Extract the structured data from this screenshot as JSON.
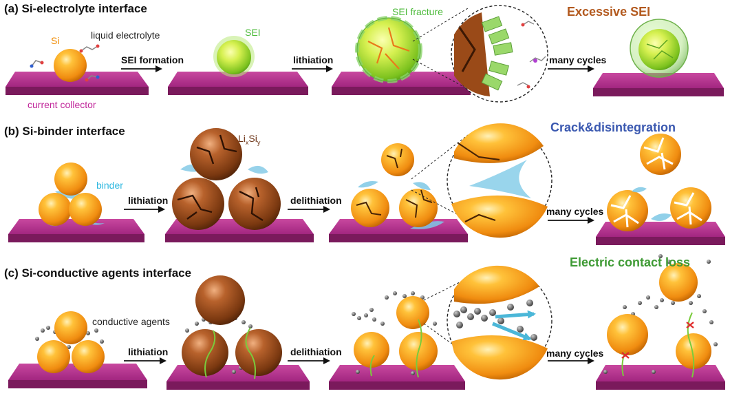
{
  "rows": [
    {
      "title": "(a) Si-electrolyte interface",
      "callout": "Excessive SEI",
      "arrows": [
        "SEI formation",
        "lithiation",
        "many cycles"
      ],
      "labels": {
        "si": "Si",
        "liquid_electrolyte": "liquid electrolyte",
        "sei": "SEI",
        "sei_fracture": "SEI fracture",
        "current_collector": "current collector"
      }
    },
    {
      "title": "(b) Si-binder interface",
      "callout": "Crack&disintegration",
      "arrows": [
        "lithiation",
        "delithiation",
        "many cycles"
      ],
      "labels": {
        "binder": "binder",
        "lixsiy_base": "Li",
        "lixsiy_x": "x",
        "lixsiy_si": "Si",
        "lixsiy_y": "y"
      }
    },
    {
      "title": "(c) Si-conductive agents interface",
      "callout": "Electric contact loss",
      "arrows": [
        "lithiation",
        "delithiation",
        "many cycles"
      ],
      "labels": {
        "conductive_agents": "conductive agents"
      }
    }
  ],
  "colors": {
    "callout_a": "#b35a1f",
    "callout_b": "#3a58b0",
    "callout_c": "#3e9a34",
    "si_label": "#f08a00",
    "sei_label": "#4cba3a",
    "binder_label": "#2fb8e0",
    "collector_label": "#c0269a",
    "lixsiy_label": "#6b3214",
    "si_particle": "#f5a21c",
    "lithiated_particle": "#9a4a18",
    "collector_plate": "#b02f8a",
    "sei_shell": "#9bde4a"
  }
}
